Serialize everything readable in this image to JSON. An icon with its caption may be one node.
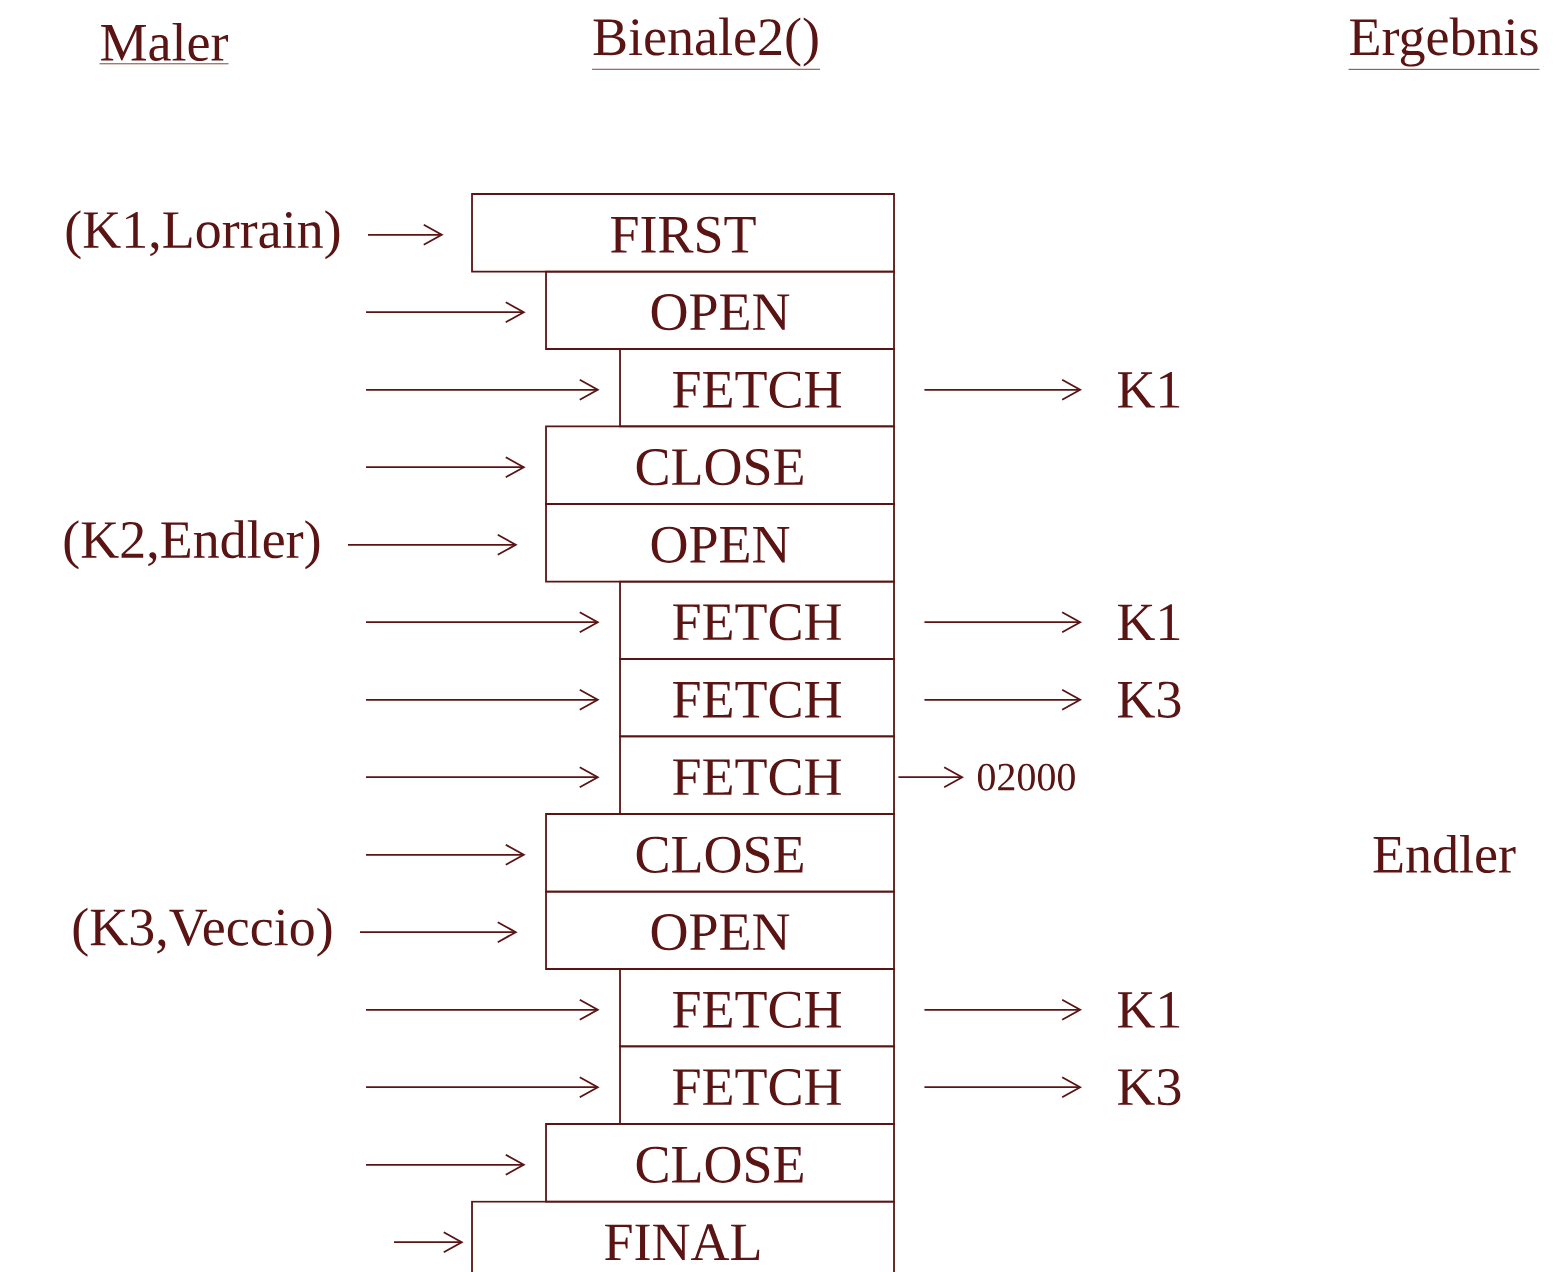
{
  "diagram": {
    "nodes": [
      {
        "text": [
          "(K1,Lorrain)"
        ]
      },
      {
        "text": [
          "FIRST"
        ]
      },
      {
        "text": [
          "OPEN"
        ]
      },
      {
        "text": [
          "FETCH"
        ]
      },
      {
        "text": [
          "K1"
        ]
      },
      {
        "text": [
          "CLOSE"
        ]
      },
      {
        "text": [
          "(K2,Endler)"
        ]
      },
      {
        "text": [
          "OPEN"
        ]
      },
      {
        "text": [
          "FETCH"
        ]
      },
      {
        "text": [
          "K1"
        ]
      },
      {
        "text": [
          "FETCH"
        ]
      },
      {
        "text": [
          "K3"
        ]
      },
      {
        "text": [
          "FETCH"
        ]
      },
      {
        "text": [
          "02000"
        ]
      },
      {
        "text": [
          "CLOSE"
        ]
      },
      {
        "text": [
          "(K3,Veccio)"
        ]
      },
      {
        "text": [
          "OPEN"
        ]
      },
      {
        "text": [
          "FETCH"
        ]
      },
      {
        "text": [
          "K1"
        ]
      },
      {
        "text": [
          "FETCH"
        ]
      },
      {
        "text": [
          "K3"
        ]
      },
      {
        "text": [
          "CLOSE"
        ]
      },
      {
        "text": [
          "FINAL"
        ]
      }
    ],
    "edges": [
      {
        "from": 0,
        "to": 1,
        "arrow": "to"
      },
      {
        "from": null,
        "to": 2,
        "arrow": "to"
      },
      {
        "from": null,
        "to": 3,
        "arrow": "to"
      },
      {
        "from": 3,
        "to": 4,
        "arrow": "to"
      },
      {
        "from": null,
        "to": 5,
        "arrow": "to"
      },
      {
        "from": 6,
        "to": 7,
        "arrow": "to"
      },
      {
        "from": null,
        "to": 8,
        "arrow": "to"
      },
      {
        "from": 8,
        "to": 9,
        "arrow": "to"
      },
      {
        "from": null,
        "to": 10,
        "arrow": "to"
      },
      {
        "from": 10,
        "to": 11,
        "arrow": "to"
      },
      {
        "from": null,
        "to": 12,
        "arrow": "to"
      },
      {
        "from": 12,
        "to": 13,
        "arrow": "to"
      },
      {
        "from": null,
        "to": 14,
        "arrow": "to"
      },
      {
        "from": 15,
        "to": 16,
        "arrow": "to"
      },
      {
        "from": null,
        "to": 17,
        "arrow": "to"
      },
      {
        "from": 17,
        "to": 18,
        "arrow": "to"
      },
      {
        "from": null,
        "to": 19,
        "arrow": "to"
      },
      {
        "from": 19,
        "to": 20,
        "arrow": "to"
      },
      {
        "from": null,
        "to": 21,
        "arrow": "to"
      },
      {
        "from": null,
        "to": 22,
        "arrow": "to"
      }
    ],
    "labels": [
      "Maler",
      "Bienale2()",
      "Ergebnis",
      "Endler"
    ]
  }
}
